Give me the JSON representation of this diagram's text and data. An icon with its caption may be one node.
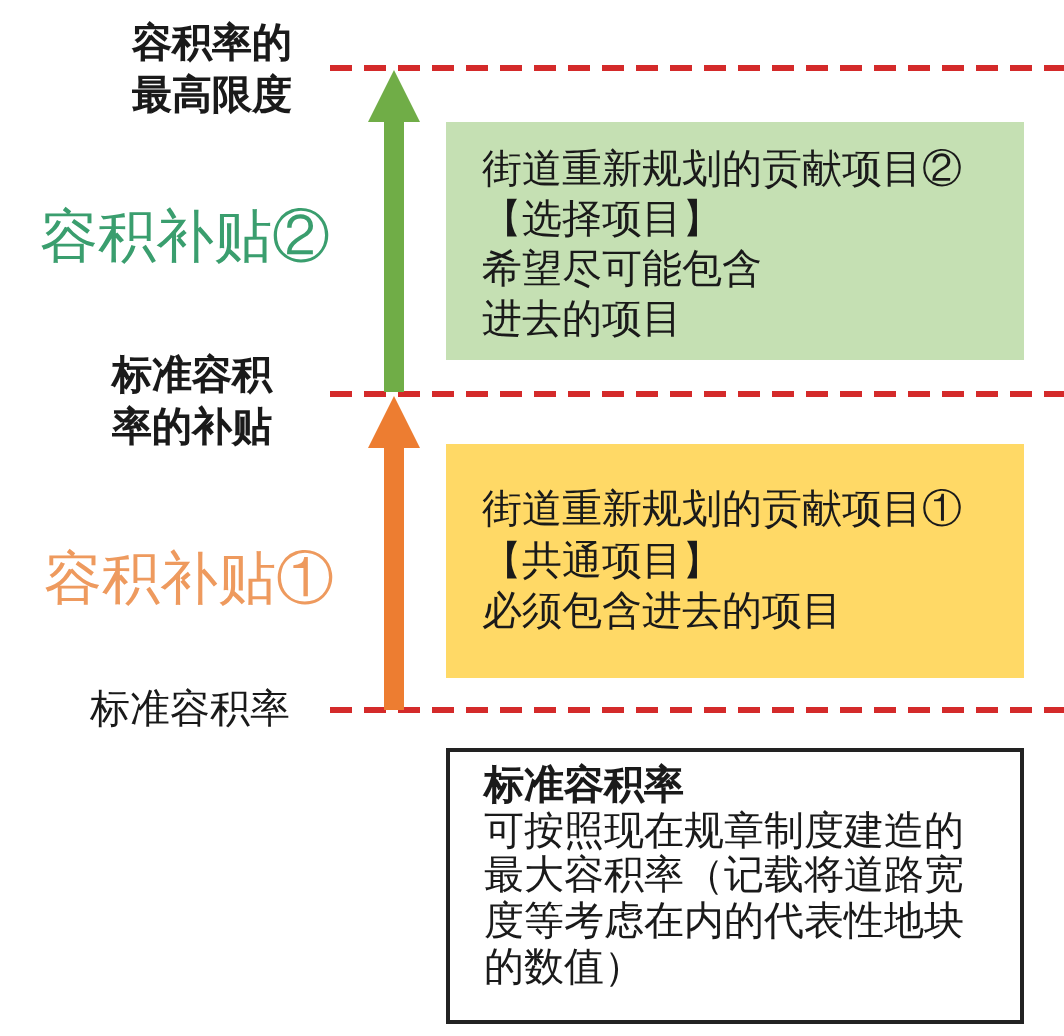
{
  "diagram": {
    "nodes": [
      {
        "text": [
          "街道重新规划的贡献项目②",
          "【选择项目】",
          "希望尽可能包含进去的项目"
        ]
      },
      {
        "text": [
          "街道重新规划的贡献项目①",
          "【共通项目】",
          "必须包含进去的项目"
        ]
      },
      {
        "text": [
          "标准容积率",
          "可按照现在规章制度建造的最大容积率（记载将道路宽度等考虑在内的代表性地块的数值）"
        ]
      }
    ],
    "labels": [
      "容积率的最高限度",
      "容积补贴②",
      "标准容积率的补贴",
      "容积补贴①",
      "标准容积率"
    ]
  }
}
